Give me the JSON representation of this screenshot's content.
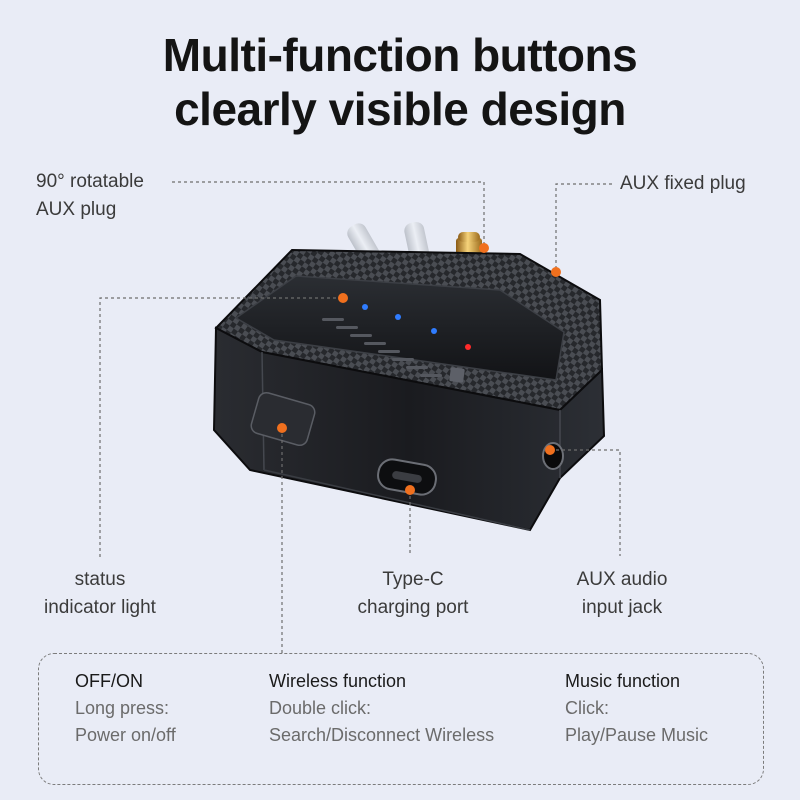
{
  "headline": {
    "line1": "Multi-function buttons",
    "line2": "clearly visible design"
  },
  "callouts": {
    "rotatable_plug": [
      "90° rotatable",
      "AUX plug"
    ],
    "fixed_plug": [
      "AUX fixed plug"
    ],
    "status_light": [
      "status",
      "indicator light"
    ],
    "type_c": [
      "Type-C",
      "charging port"
    ],
    "aux_jack": [
      "AUX audio",
      "input jack"
    ]
  },
  "functions": [
    {
      "title": "OFF/ON",
      "lines": [
        "Long press:",
        "Power on/off"
      ]
    },
    {
      "title": "Wireless function",
      "lines": [
        "Double click:",
        "Search/Disconnect Wireless"
      ]
    },
    {
      "title": "Music function",
      "lines": [
        "Click:",
        "Play/Pause Music"
      ]
    }
  ],
  "colors": {
    "background": "#e9ecf6",
    "marker": "#f0701e",
    "device_body": "#1c1e22",
    "led_blue": "#2f7cff",
    "led_red": "#ff2a2a",
    "gold": "#d9a640"
  }
}
